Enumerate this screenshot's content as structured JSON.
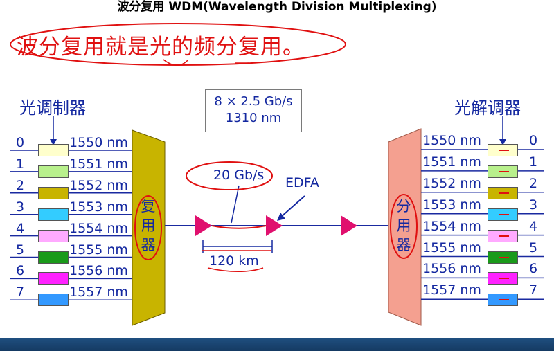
{
  "title": "波分复用 WDM(Wavelength Division Multiplexing)",
  "headline": "波分复用就是光的频分复用。",
  "left_label": "光调制器",
  "right_label": "光解调器",
  "rate_box": {
    "line1": "8 × 2.5 Gb/s",
    "line2": "1310 nm"
  },
  "channel_rate": "20 Gb/s",
  "amplifier": "EDFA",
  "span": "120 km",
  "mux_text": [
    "复",
    "用",
    "器"
  ],
  "demux_text": [
    "分",
    "用",
    "器"
  ],
  "channels": [
    {
      "index": "0",
      "wavelength": "1550 nm",
      "color": "#ffffcc"
    },
    {
      "index": "1",
      "wavelength": "1551 nm",
      "color": "#b8f08c"
    },
    {
      "index": "2",
      "wavelength": "1552 nm",
      "color": "#c8b400"
    },
    {
      "index": "3",
      "wavelength": "1553 nm",
      "color": "#33ccff"
    },
    {
      "index": "4",
      "wavelength": "1554 nm",
      "color": "#ffaaff"
    },
    {
      "index": "5",
      "wavelength": "1555 nm",
      "color": "#1a9a1a"
    },
    {
      "index": "6",
      "wavelength": "1556 nm",
      "color": "#ff22ff"
    },
    {
      "index": "7",
      "wavelength": "1557 nm",
      "color": "#3399ff"
    }
  ],
  "colors": {
    "text_blue": "#1428a0",
    "annotation_red": "#e01010",
    "mux_fill": "#c8b400",
    "demux_fill": "#f4a090",
    "amplifier_fill": "#e0106e"
  }
}
